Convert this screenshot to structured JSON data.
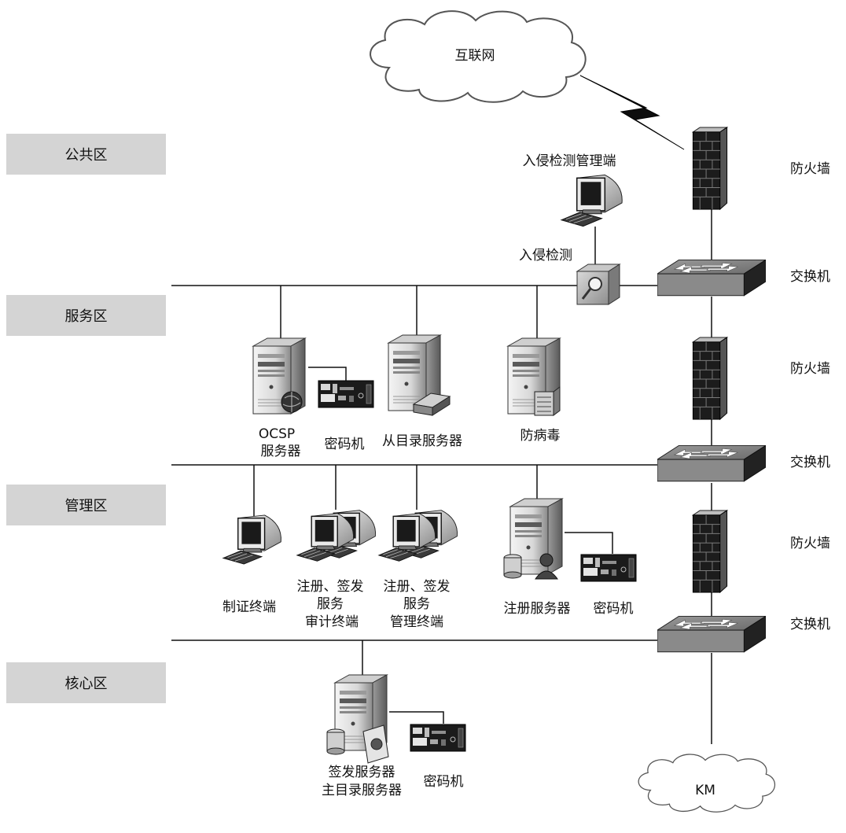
{
  "zones": {
    "public": "公共区",
    "service": "服务区",
    "management": "管理区",
    "core": "核心区"
  },
  "clouds": {
    "internet": "互联网",
    "km": "KM"
  },
  "right_labels": {
    "firewall_1": "防火墙",
    "switch_1": "交换机",
    "firewall_2": "防火墙",
    "switch_2": "交换机",
    "firewall_3": "防火墙",
    "switch_3": "交换机"
  },
  "devices": {
    "ids_console": "入侵检测管理端",
    "ids": "入侵检测",
    "ocsp_line1": "OCSP",
    "ocsp_line2": "服务器",
    "hsm_service": "密码机",
    "slave_directory": "从目录服务器",
    "antivirus": "防病毒",
    "cert_terminal": "制证终端",
    "ra_audit_line1": "注册、签发",
    "ra_audit_line2": "服务",
    "ra_audit_line3": "审计终端",
    "ra_admin_line1": "注册、签发",
    "ra_admin_line2": "服务",
    "ra_admin_line3": "管理终端",
    "ra_server": "注册服务器",
    "hsm_management": "密码机",
    "ca_line1": "签发服务器",
    "ca_line2": "主目录服务器",
    "hsm_core": "密码机"
  },
  "icons": {
    "firewall": "brick-firewall-icon",
    "switch": "network-switch-icon",
    "server": "tower-server-icon",
    "workstation": "crt-monitor-keyboard-icon",
    "hsm": "hardware-security-module-icon",
    "ids": "magnifier-probe-icon",
    "cloud": "cloud-icon"
  }
}
